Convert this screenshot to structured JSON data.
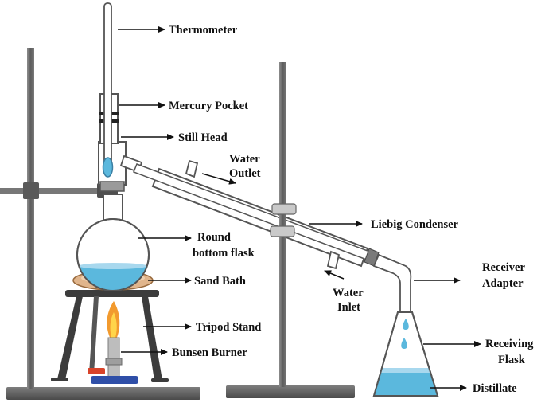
{
  "labels": {
    "thermometer": "Thermometer",
    "mercury_pocket": "Mercury Pocket",
    "still_head": "Still Head",
    "water_outlet": [
      "Water",
      "Outlet"
    ],
    "liebig_condenser": "Liebig Condenser",
    "round_bottom_flask": [
      "Round",
      "bottom flask"
    ],
    "sand_bath": "Sand Bath",
    "tripod_stand": "Tripod Stand",
    "bunsen_burner": "Bunsen Burner",
    "water_inlet": [
      "Water",
      "Inlet"
    ],
    "receiver_adapter": [
      "Receiver",
      "Adapter"
    ],
    "receiving_flask": [
      "Receiving",
      "Flask"
    ],
    "distillate": "Distillate"
  },
  "colors": {
    "liquid": "#5bb8dd",
    "liquid_light": "#a8d8ee",
    "sand": "#e0b58c",
    "glass": "#ffffff",
    "stand": "#6e6e6e",
    "flame_outer": "#f29a2e",
    "flame_inner": "#ffd54a",
    "burner_base": "#2f4fa8",
    "gas_valve": "#d8432a"
  }
}
